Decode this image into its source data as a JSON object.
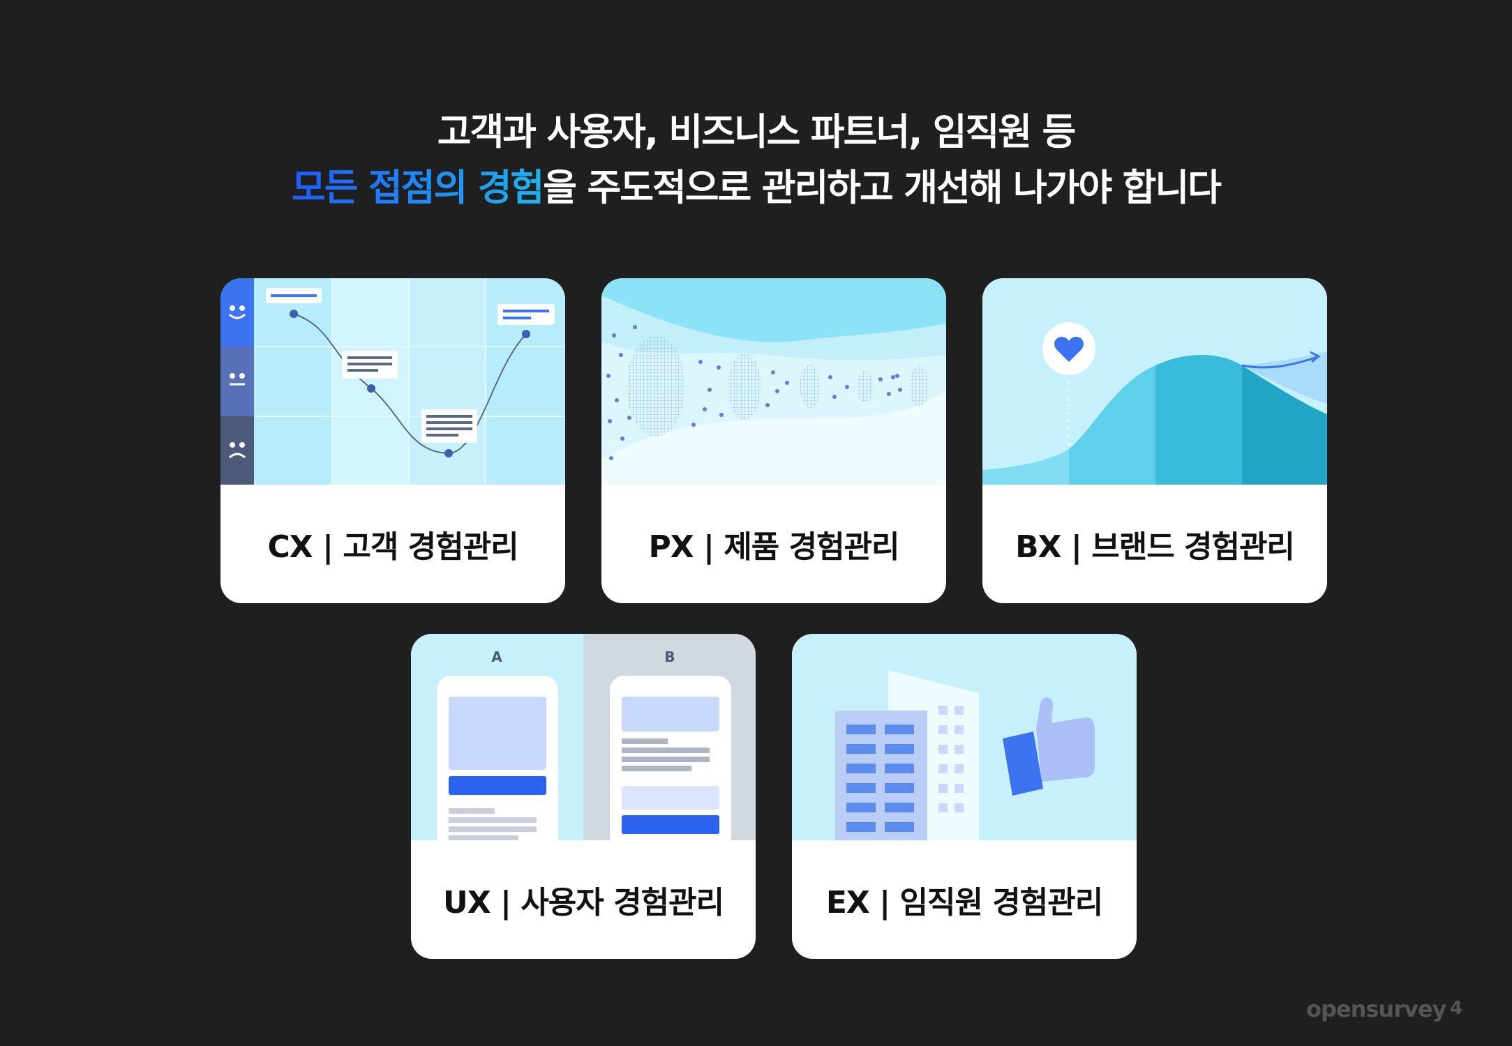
{
  "headline": {
    "line1": "고객과 사용자, 비즈니스 파트너, 임직원 등",
    "line2_accent": "모든 접점의 경험",
    "line2_rest": "을 주도적으로 관리하고 개선해 나가야 합니다"
  },
  "cards": [
    {
      "id": "cx",
      "label": "CX | 고객 경험관리"
    },
    {
      "id": "px",
      "label": "PX | 제품 경험관리"
    },
    {
      "id": "bx",
      "label": "BX | 브랜드 경험관리"
    },
    {
      "id": "ux",
      "label": "UX | 사용자 경험관리",
      "variant_a": "A",
      "variant_b": "B"
    },
    {
      "id": "ex",
      "label": "EX | 임직원 경험관리"
    }
  ],
  "footer": {
    "brand": "opensurvey",
    "page": "4"
  },
  "colors": {
    "background": "#1f1f1f",
    "accent_start": "#1f5cff",
    "accent_end": "#1fb3f0",
    "illustration_bg": "#c6f0fb"
  }
}
